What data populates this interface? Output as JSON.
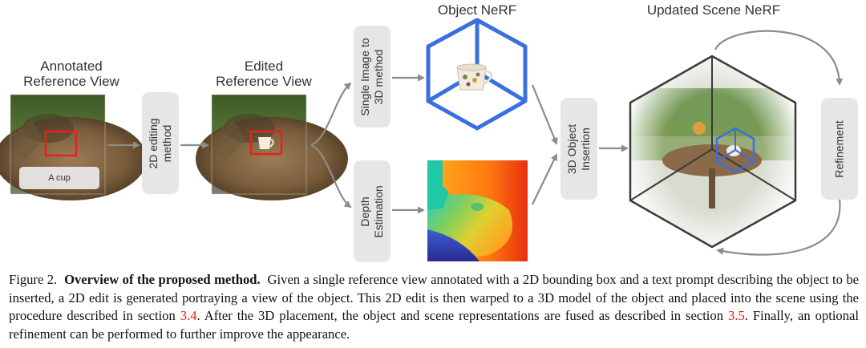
{
  "labels": {
    "annotated_line1": "Annotated",
    "annotated_line2": "Reference View",
    "edited_line1": "Edited",
    "edited_line2": "Reference View",
    "object_nerf": "Object NeRF",
    "updated_scene": "Updated Scene NeRF"
  },
  "boxes": {
    "editing_line1": "2D editing",
    "editing_line2": "method",
    "single_line1": "Single Image to",
    "single_line2": "3D method",
    "depth_line1": "Depth",
    "depth_line2": "Estimation",
    "insertion_line1": "3D Object",
    "insertion_line2": "Insertion",
    "refinement": "Refinement"
  },
  "prompt_chip": "A cup",
  "caption": {
    "prefix": "Figure 2.",
    "bold": "Overview of the proposed method.",
    "part1": "Given a single reference view annotated with a 2D bounding box and a text prompt describing the object to be inserted, a 2D edit is generated portraying a view of the object. This 2D edit is then warped to a 3D model of the object and placed into the scene using the procedure described in section",
    "ref1": "3.4",
    "part2": ". After the 3D placement, the object and scene representations are fused as described in section",
    "ref2": "3.5",
    "part3": ". Finally, an optional refinement can be performed to further improve the appearance."
  },
  "colors": {
    "bbox": "#e8201e",
    "cube": "#3a6fe0",
    "reference": "#e02020",
    "arrow": "#8c8c8c"
  }
}
